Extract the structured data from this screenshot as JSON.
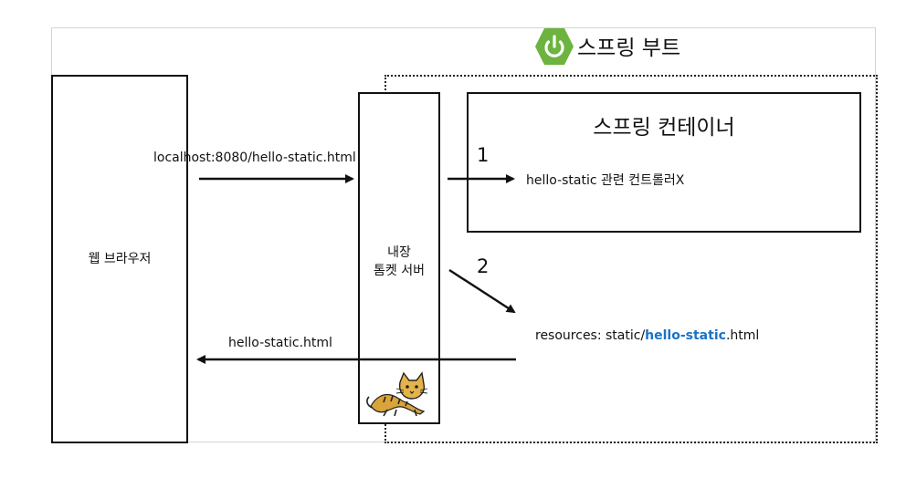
{
  "spring_boot": {
    "title": "스프링 부트",
    "logo_icon": "spring-power-icon",
    "logo_color": "#6db33f"
  },
  "browser": {
    "label": "웹 브라우저"
  },
  "tomcat": {
    "label_line1": "내장",
    "label_line2": "톰켓 서버",
    "icon": "tomcat-cat-icon"
  },
  "container": {
    "title": "스프링 컨테이너",
    "controller_label": "hello-static 관련 컨트롤러X"
  },
  "flows": {
    "request_label": "localhost:8080/hello-static.html",
    "step1": "1",
    "step2": "2",
    "response_label": "hello-static.html"
  },
  "resource": {
    "prefix": "resources: static/",
    "highlight": "hello-static",
    "suffix": ".html",
    "highlight_color": "#1a73c8"
  }
}
